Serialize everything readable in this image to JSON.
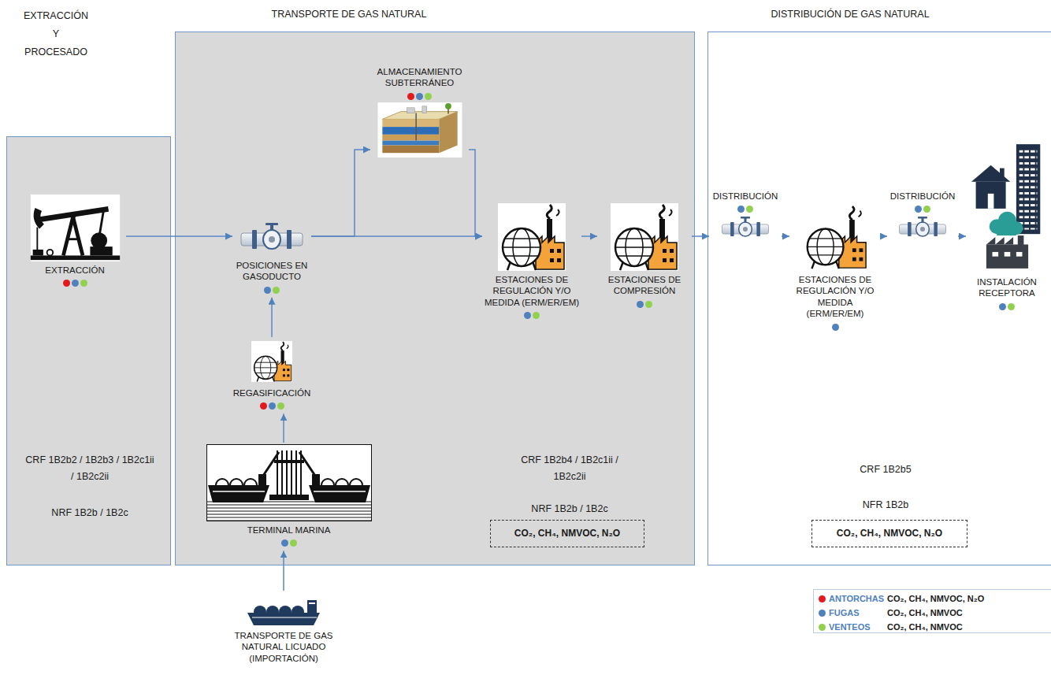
{
  "diagram": {
    "nodes": [
      {
        "text": [
          "EXTRACCIÓN Y PROCESADO",
          "CRF 1B2b2 / 1B2b3 / 1B2c1ii / 1B2c2ii",
          "NRF 1B2b / 1B2c"
        ]
      },
      {
        "text": [
          "EXTRACCIÓN"
        ],
        "in": 0
      },
      {
        "text": [
          "TRANSPORTE DE GAS NATURAL",
          "CRF 1B2b4 / 1B2c1ii / 1B2c2ii",
          "NRF 1B2b / 1B2c"
        ]
      },
      {
        "text": [
          "ALMACENAMIENTO SUBTERRÁNEO"
        ],
        "in": 2
      },
      {
        "text": [
          "POSICIONES EN GASODUCTO"
        ],
        "in": 2
      },
      {
        "text": [
          "REGASIFICACIÓN"
        ],
        "in": 2
      },
      {
        "text": [
          "TERMINAL MARINA"
        ],
        "in": 2
      },
      {
        "text": [
          "ESTACIONES DE REGULACIÓN Y/O MEDIDA (ERM/ER/EM)"
        ],
        "in": 2
      },
      {
        "text": [
          "ESTACIONES DE COMPRESIÓN"
        ],
        "in": 2
      },
      {
        "text": [
          "CO₂, CH₄, NMVOC, N₂O"
        ],
        "in": 2
      },
      {
        "text": [
          "TRANSPORTE DE GAS NATURAL LICUADO (IMPORTACIÓN)"
        ]
      },
      {
        "text": [
          "DISTRIBUCIÓN DE GAS NATURAL",
          "CRF 1B2b5",
          "NFR 1B2b"
        ]
      },
      {
        "text": [
          "DISTRIBUCIÓN"
        ],
        "in": 11
      },
      {
        "text": [
          "ESTACIONES DE REGULACIÓN Y/O MEDIDA (ERM/ER/EM)"
        ],
        "in": 11
      },
      {
        "text": [
          "DISTRIBUCIÓN"
        ],
        "in": 11
      },
      {
        "text": [
          "INSTALACIÓN RECEPTORA"
        ],
        "in": 11
      },
      {
        "text": [
          "CO₂, CH₄, NMVOC, N₂O"
        ],
        "in": 11
      }
    ],
    "edges": [
      {
        "from": 1,
        "to": 4,
        "arrow": "to"
      },
      {
        "from": 4,
        "to": 3,
        "arrow": "to"
      },
      {
        "from": 3,
        "to": 7,
        "arrow": "to"
      },
      {
        "from": 4,
        "to": 7,
        "arrow": "to"
      },
      {
        "from": 5,
        "to": 4,
        "arrow": "to"
      },
      {
        "from": 6,
        "to": 5,
        "arrow": "to"
      },
      {
        "from": 10,
        "to": 6,
        "arrow": "to"
      },
      {
        "from": 7,
        "to": 8,
        "arrow": "to"
      },
      {
        "from": 8,
        "to": 12,
        "arrow": "to"
      },
      {
        "from": 12,
        "to": 13,
        "arrow": "to"
      },
      {
        "from": 13,
        "to": 14,
        "arrow": "to"
      },
      {
        "from": 14,
        "to": 15,
        "arrow": "to"
      }
    ],
    "labels": [
      "CO₂, CH₄, NMVOC, N₂O",
      "CO₂, CH₄, NMVOC",
      "CO₂, CH₄, NMVOC"
    ],
    "legend": [
      {
        "text": "ANTORCHAS",
        "color": "#e3191c"
      },
      {
        "text": "FUGAS",
        "color": "#4f81bd"
      },
      {
        "text": "VENTEOS",
        "color": "#92d050"
      }
    ]
  }
}
